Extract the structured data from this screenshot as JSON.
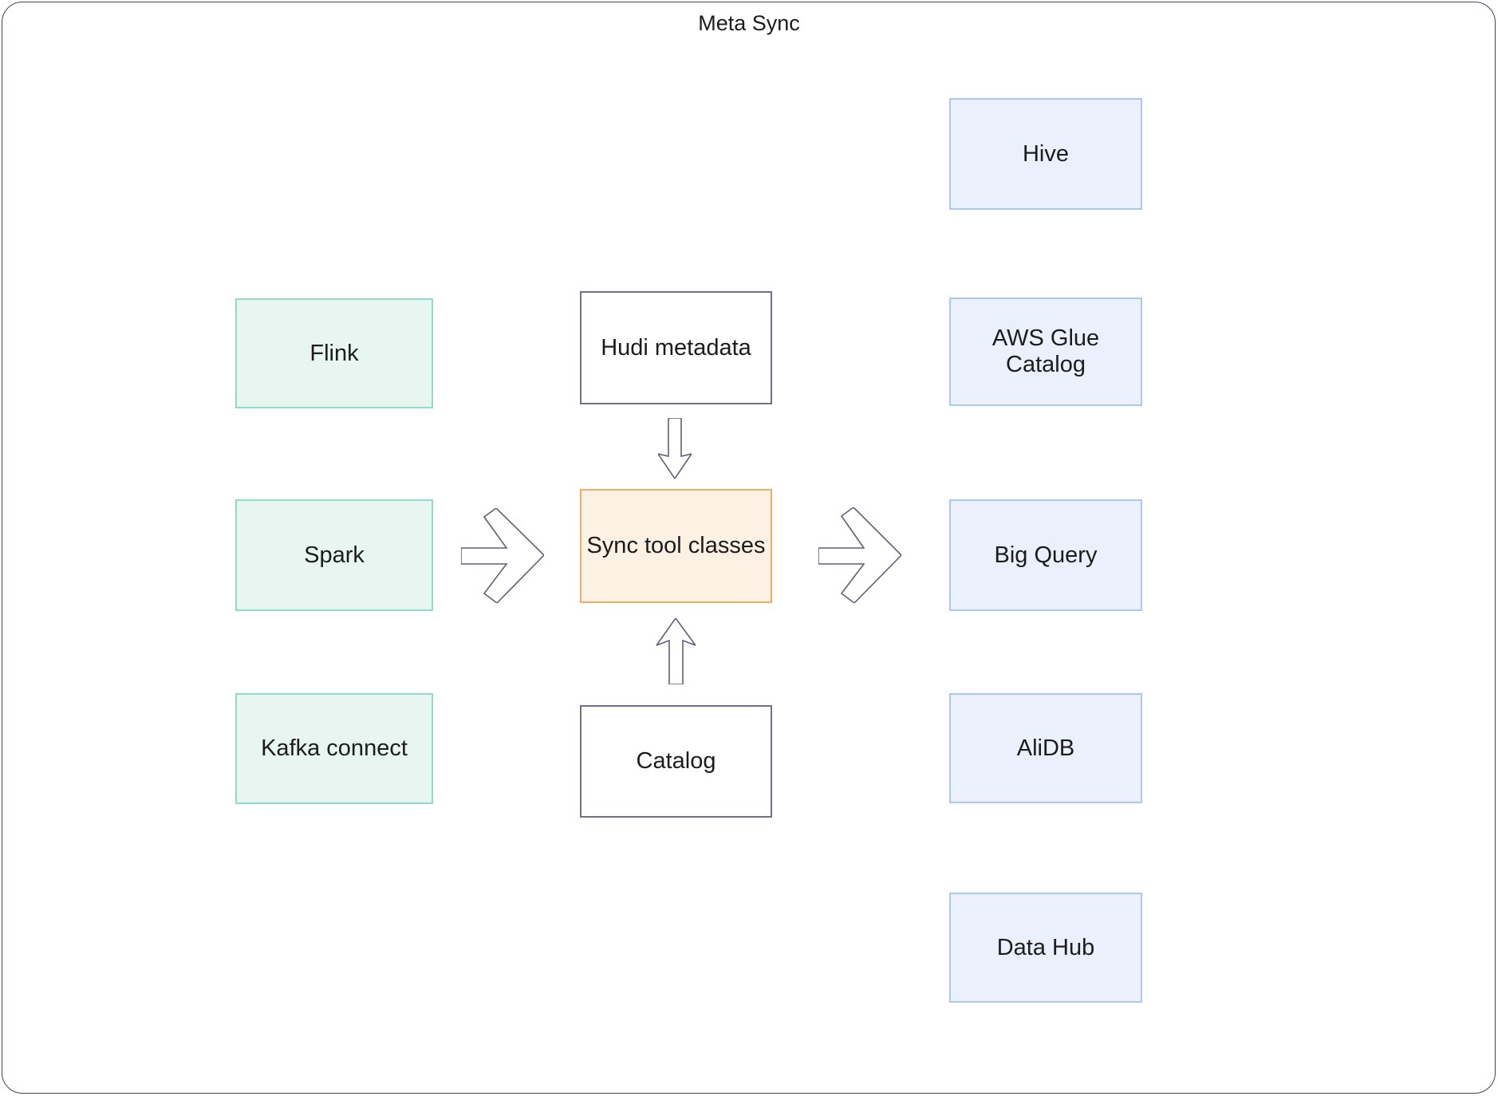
{
  "title": "Meta Sync",
  "nodes": {
    "flink": {
      "label": "Flink"
    },
    "spark": {
      "label": "Spark"
    },
    "kafka_connect": {
      "label": "Kafka connect"
    },
    "hudi_metadata": {
      "label": "Hudi metadata"
    },
    "sync_tool_classes": {
      "label": "Sync tool classes"
    },
    "catalog": {
      "label": "Catalog"
    },
    "hive": {
      "label": "Hive"
    },
    "aws_glue_catalog": {
      "label": "AWS Glue Catalog"
    },
    "big_query": {
      "label": "Big Query"
    },
    "alidb": {
      "label": "AliDB"
    },
    "data_hub": {
      "label": "Data Hub"
    }
  },
  "icons": {
    "arrow_down": "arrow-down-icon",
    "arrow_up": "arrow-up-icon",
    "arrow_right_sources_to_sync": "arrow-right-icon",
    "arrow_right_sync_to_targets": "arrow-right-icon"
  },
  "colors": {
    "source_fill": "#e8f6f2",
    "source_border": "#8fdccd",
    "target_fill": "#eaf1fc",
    "target_border": "#abc8f0",
    "neutral_fill": "#ffffff",
    "neutral_border": "#6e7189",
    "highlight_fill": "#fdf1e4",
    "highlight_border": "#f0ae64",
    "arrow_outline": "#5d6078",
    "frame_border": "#3d4263",
    "text": "#1c1c1c"
  }
}
